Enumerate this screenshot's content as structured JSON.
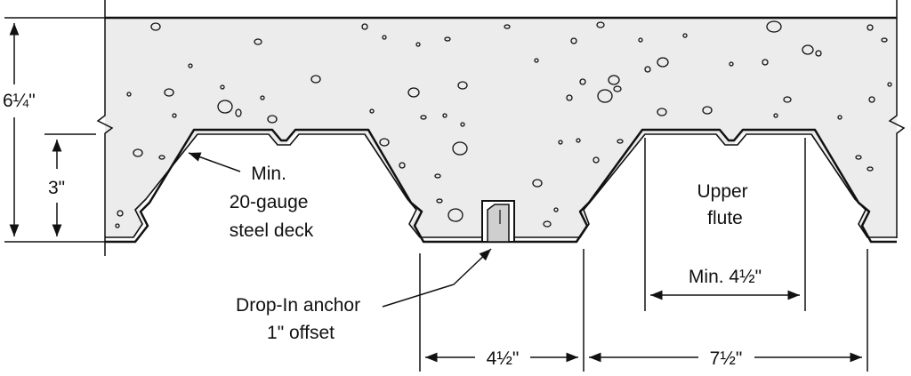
{
  "labels": {
    "total_depth": "6¼\"",
    "deck_depth": "3\"",
    "deck_note": [
      "Min.",
      "20-gauge",
      "steel deck"
    ],
    "upper_flute": [
      "Upper",
      "flute"
    ],
    "min_flute_width": "Min. 4½\"",
    "anchor_note": [
      "Drop-In anchor",
      "1\" offset"
    ],
    "lower_flute_width": "4½\"",
    "flute_spacing": "7½\""
  },
  "colors": {
    "concrete": "#ececec",
    "line": "#111111",
    "anchor": "#cfcfcf"
  }
}
